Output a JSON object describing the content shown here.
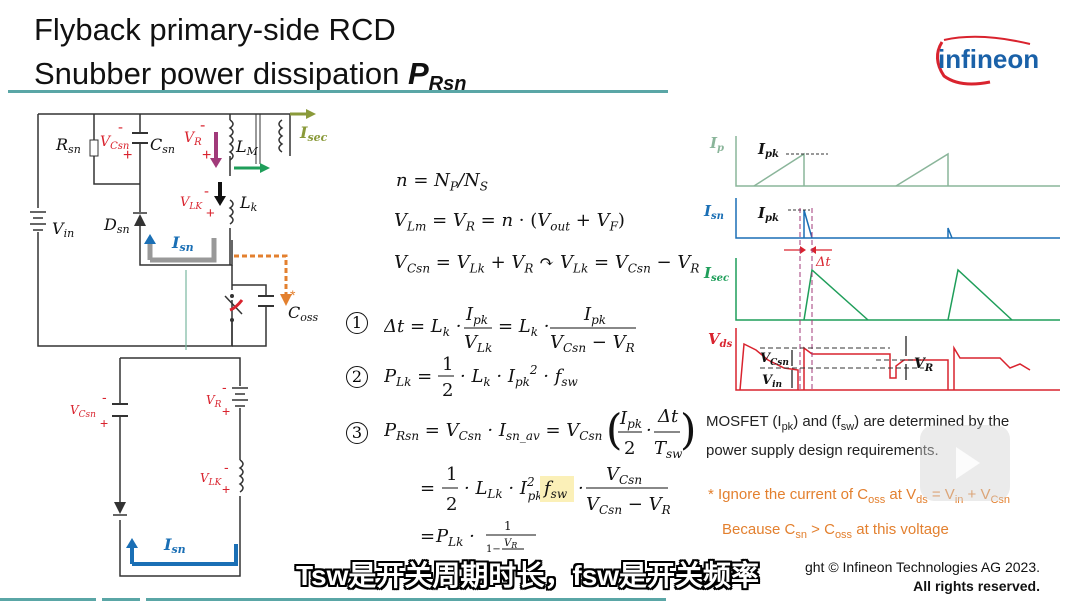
{
  "slide": {
    "title_line1": "Flyback primary-side RCD",
    "title_line2_prefix": "Snubber power dissipation ",
    "title_P": "P",
    "title_sub": "Rsn"
  },
  "logo": {
    "text": "infineon",
    "color": "#1a61a8",
    "swoosh_color": "#d9232e"
  },
  "equations": {
    "e1": "n = N",
    "e1_subP": "P",
    "e1_mid": "/N",
    "e1_subS": "S",
    "e2": "V",
    "e3": "V",
    "circle1": "1",
    "circle2": "2",
    "circle3": "3"
  },
  "waveform_labels": {
    "ip": "I",
    "ip_sub": "p",
    "isn": "I",
    "isn_sub": "sn",
    "isec": "I",
    "isec_sub": "sec",
    "vds": "V",
    "vds_sub": "ds",
    "ipk": "I",
    "ipk_sub": "pk",
    "dt": "Δt",
    "vcsn": "V",
    "vcsn_sub": "Csn",
    "vin": "V",
    "vin_sub": "in",
    "vr": "V",
    "vr_sub": "R"
  },
  "circuit_labels": {
    "rsn": "R",
    "rsn_sub": "sn",
    "vcsn": "V",
    "vcsn_sub": "Csn",
    "csn": "C",
    "csn_sub": "sn",
    "vr": "V",
    "vr_sub": "R",
    "lm": "L",
    "lm_sub": "M",
    "isec": "I",
    "isec_sub": "sec",
    "vlk": "V",
    "vlk_sub": "LK",
    "lk": "L",
    "lk_sub": "k",
    "vin": "V",
    "vin_sub": "in",
    "dsn": "D",
    "dsn_sub": "sn",
    "isn": "I",
    "isn_sub": "sn",
    "coss": "C",
    "coss_sub": "oss",
    "star": "*"
  },
  "notes": {
    "mosfet_line1": "MOSFET (I",
    "mosfet_pk": "pk",
    "mosfet_mid": ") and (f",
    "mosfet_sw": "sw",
    "mosfet_end": ") are determined by the",
    "mosfet_line2": "power supply design requirements.",
    "ignore_line": "* Ignore the current of C",
    "ignore_oss": "oss",
    "ignore_at": " at V",
    "ignore_ds": "ds",
    "ignore_eq": " = V",
    "ignore_in": "in",
    "ignore_plus": " + V",
    "ignore_csn": "Csn",
    "because_line": "Because C",
    "because_sn": "sn",
    "because_gt": " > C",
    "because_oss": "oss",
    "because_end": " at this voltage"
  },
  "copyright": {
    "line1": "ght © Infineon Technologies AG 2023.",
    "line2": "All rights reserved."
  },
  "subtitle": "Tsw是开关周期时长，fsw是开关频率",
  "colors": {
    "accent": "#5aa6a6",
    "orange": "#e3802f",
    "red": "#d9232e",
    "blue": "#1a6fb5",
    "green": "#1f9e5a",
    "purple": "#a13a7a",
    "ip_green": "#8ab59a"
  }
}
